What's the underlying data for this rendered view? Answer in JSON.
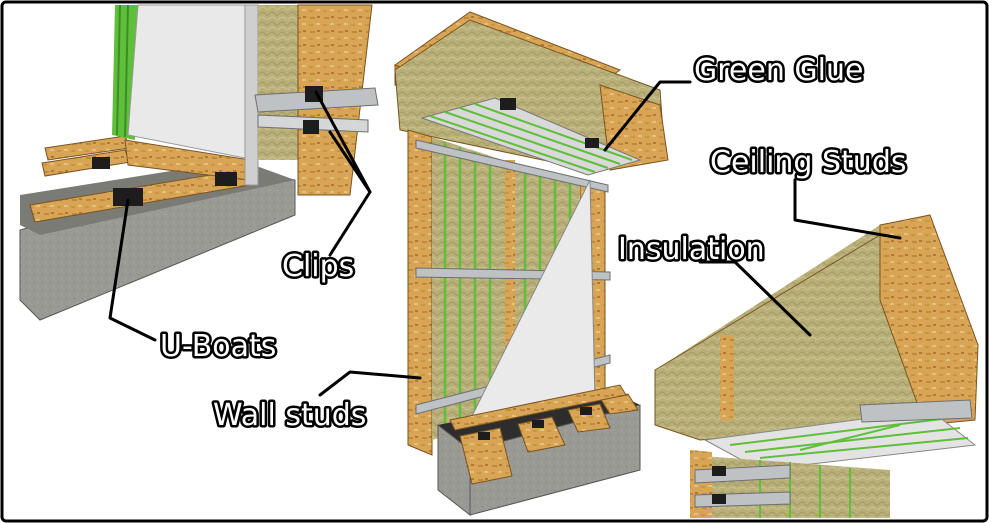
{
  "labels": {
    "green_glue": "Green Glue",
    "ceiling_studs": "Ceiling Studs",
    "insulation": "Insulation",
    "clips": "Clips",
    "u_boats": "U-Boats",
    "wall_studs": "Wall studs"
  },
  "colors": {
    "frame": "#000000",
    "wood": "#d8a557",
    "insulation": "#b9b079",
    "green_glue": "#5fbf3b",
    "drywall": "#e9e9e9",
    "concrete": "#9a9a95",
    "metal": "#bfc2c4",
    "rubber": "#1d1d1d"
  }
}
